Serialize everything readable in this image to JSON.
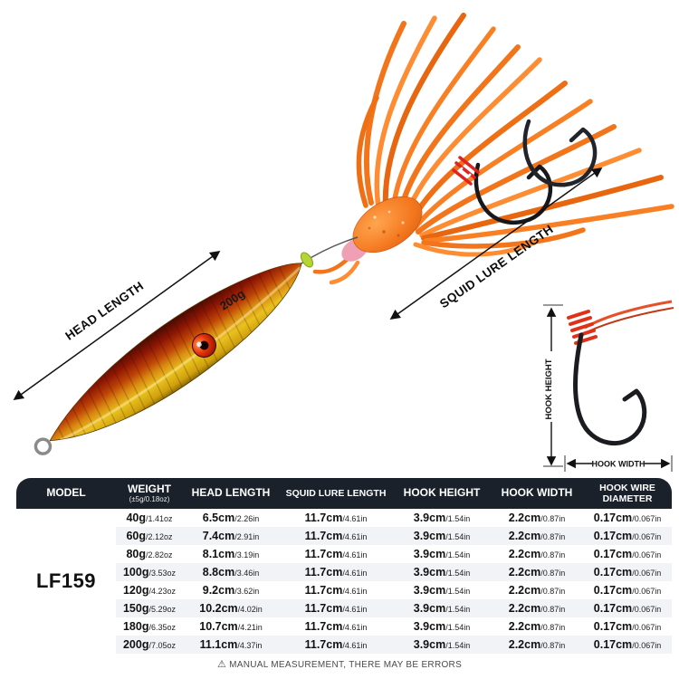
{
  "figure": {
    "lure_weight_label": "200g",
    "head_length_label": "HEAD LENGTH",
    "squid_lure_length_label": "SQUID LURE LENGTH",
    "hook_height_label": "HOOK HEIGHT",
    "hook_width_label": "HOOK WIDTH"
  },
  "table": {
    "model": "LF159",
    "headers": {
      "model": "MODEL",
      "weight": "WEIGHT",
      "weight_sub": "(±5g/0.18oz)",
      "head_length": "HEAD LENGTH",
      "squid_lure_length": "SQUID LURE LENGTH",
      "hook_height": "HOOK HEIGHT",
      "hook_width": "HOOK WIDTH",
      "hook_wire_line1": "HOOK WIRE",
      "hook_wire_line2": "DIAMETER"
    },
    "rows": [
      {
        "weight": {
          "main": "40g",
          "sub": "/1.41oz"
        },
        "head_length": {
          "main": "6.5cm",
          "sub": "/2.26in"
        },
        "squid_lure_length": {
          "main": "11.7cm",
          "sub": "/4.61in"
        },
        "hook_height": {
          "main": "3.9cm",
          "sub": "/1.54in"
        },
        "hook_width": {
          "main": "2.2cm",
          "sub": "/0.87in"
        },
        "hook_wire_diameter": {
          "main": "0.17cm",
          "sub": "/0.067in"
        }
      },
      {
        "weight": {
          "main": "60g",
          "sub": "/2.12oz"
        },
        "head_length": {
          "main": "7.4cm",
          "sub": "/2.91in"
        },
        "squid_lure_length": {
          "main": "11.7cm",
          "sub": "/4.61in"
        },
        "hook_height": {
          "main": "3.9cm",
          "sub": "/1.54in"
        },
        "hook_width": {
          "main": "2.2cm",
          "sub": "/0.87in"
        },
        "hook_wire_diameter": {
          "main": "0.17cm",
          "sub": "/0.067in"
        }
      },
      {
        "weight": {
          "main": "80g",
          "sub": "/2.82oz"
        },
        "head_length": {
          "main": "8.1cm",
          "sub": "/3.19in"
        },
        "squid_lure_length": {
          "main": "11.7cm",
          "sub": "/4.61in"
        },
        "hook_height": {
          "main": "3.9cm",
          "sub": "/1.54in"
        },
        "hook_width": {
          "main": "2.2cm",
          "sub": "/0.87in"
        },
        "hook_wire_diameter": {
          "main": "0.17cm",
          "sub": "/0.067in"
        }
      },
      {
        "weight": {
          "main": "100g",
          "sub": "/3.53oz"
        },
        "head_length": {
          "main": "8.8cm",
          "sub": "/3.46in"
        },
        "squid_lure_length": {
          "main": "11.7cm",
          "sub": "/4.61in"
        },
        "hook_height": {
          "main": "3.9cm",
          "sub": "/1.54in"
        },
        "hook_width": {
          "main": "2.2cm",
          "sub": "/0.87in"
        },
        "hook_wire_diameter": {
          "main": "0.17cm",
          "sub": "/0.067in"
        }
      },
      {
        "weight": {
          "main": "120g",
          "sub": "/4.23oz"
        },
        "head_length": {
          "main": "9.2cm",
          "sub": "/3.62in"
        },
        "squid_lure_length": {
          "main": "11.7cm",
          "sub": "/4.61in"
        },
        "hook_height": {
          "main": "3.9cm",
          "sub": "/1.54in"
        },
        "hook_width": {
          "main": "2.2cm",
          "sub": "/0.87in"
        },
        "hook_wire_diameter": {
          "main": "0.17cm",
          "sub": "/0.067in"
        }
      },
      {
        "weight": {
          "main": "150g",
          "sub": "/5.29oz"
        },
        "head_length": {
          "main": "10.2cm",
          "sub": "/4.02in"
        },
        "squid_lure_length": {
          "main": "11.7cm",
          "sub": "/4.61in"
        },
        "hook_height": {
          "main": "3.9cm",
          "sub": "/1.54in"
        },
        "hook_width": {
          "main": "2.2cm",
          "sub": "/0.87in"
        },
        "hook_wire_diameter": {
          "main": "0.17cm",
          "sub": "/0.067in"
        }
      },
      {
        "weight": {
          "main": "180g",
          "sub": "/6.35oz"
        },
        "head_length": {
          "main": "10.7cm",
          "sub": "/4.21in"
        },
        "squid_lure_length": {
          "main": "11.7cm",
          "sub": "/4.61in"
        },
        "hook_height": {
          "main": "3.9cm",
          "sub": "/1.54in"
        },
        "hook_width": {
          "main": "2.2cm",
          "sub": "/0.87in"
        },
        "hook_wire_diameter": {
          "main": "0.17cm",
          "sub": "/0.067in"
        }
      },
      {
        "weight": {
          "main": "200g",
          "sub": "/7.05oz"
        },
        "head_length": {
          "main": "11.1cm",
          "sub": "/4.37in"
        },
        "squid_lure_length": {
          "main": "11.7cm",
          "sub": "/4.61in"
        },
        "hook_height": {
          "main": "3.9cm",
          "sub": "/1.54in"
        },
        "hook_width": {
          "main": "2.2cm",
          "sub": "/0.87in"
        },
        "hook_wire_diameter": {
          "main": "0.17cm",
          "sub": "/0.067in"
        }
      }
    ]
  },
  "footer": {
    "warning_icon": "⚠",
    "disclaimer": "MANUAL MEASUREMENT, THERE MAY BE ERRORS"
  },
  "colors": {
    "table_header_bg": "#1b212b",
    "row_alt_bg": "#f2f3f6",
    "skirt_orange": "#f2751c",
    "lure_red": "#8e1604",
    "lure_gold": "#e9c11f"
  }
}
